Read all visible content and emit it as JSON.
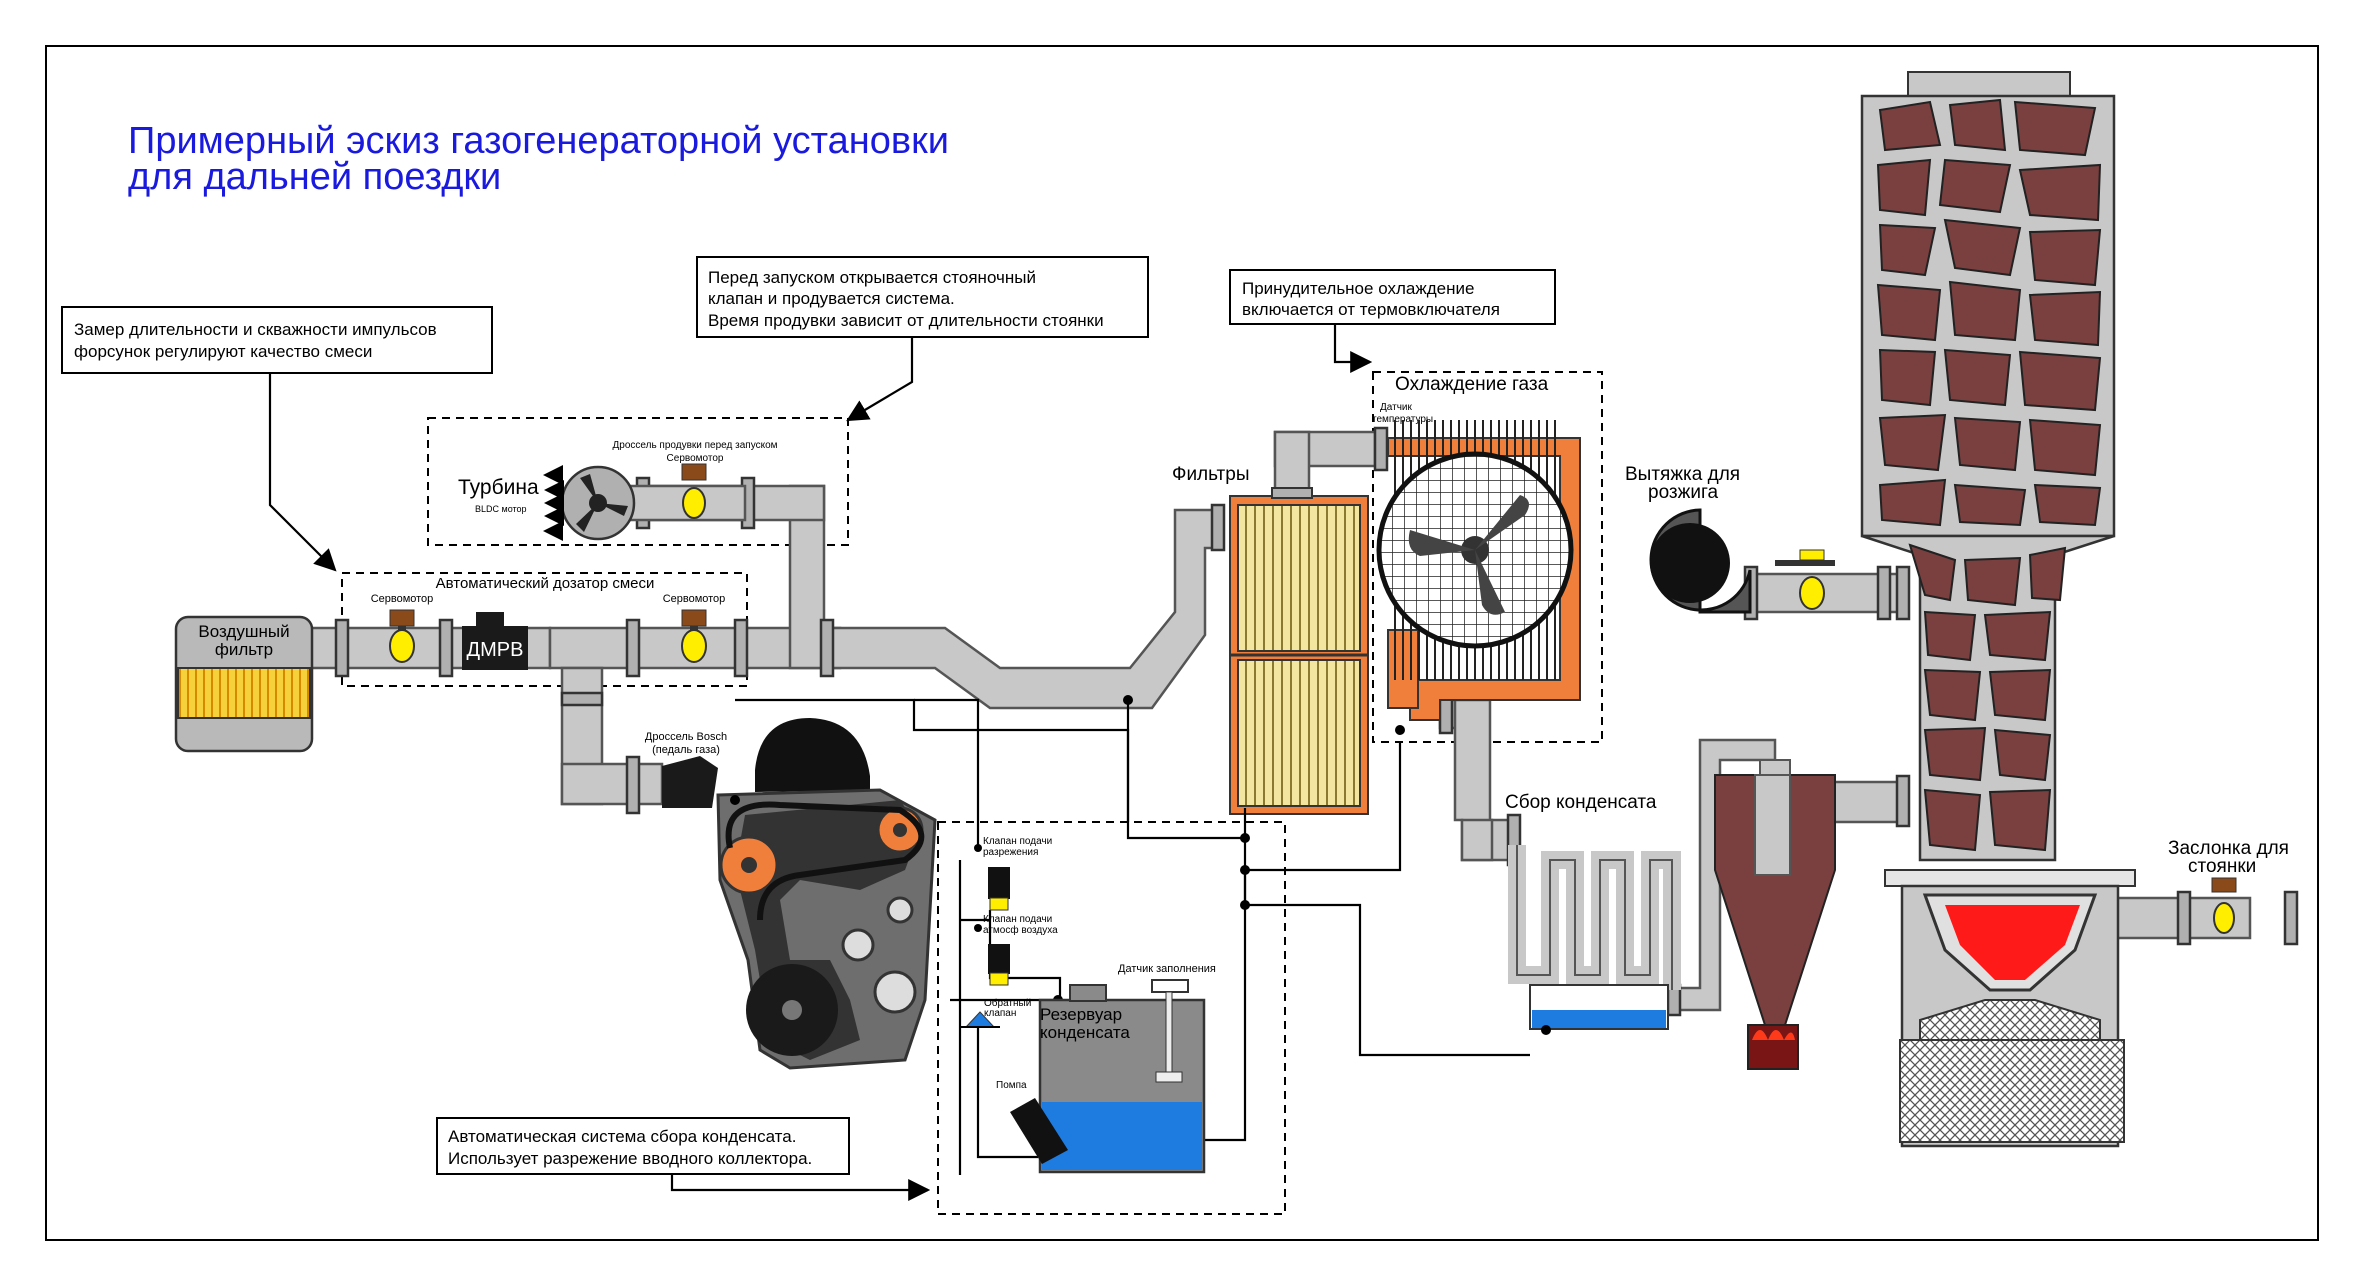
{
  "title": {
    "line1": "Примерный эскиз газогенераторной установки",
    "line2": "для дальней поездки"
  },
  "notes": {
    "mixture": {
      "line1": "Замер длительности и скважности импульсов",
      "line2": "форсунок регулируют качество смеси"
    },
    "purge": {
      "line1": "Перед запуском открывается стояночный",
      "line2": "клапан и продувается система.",
      "line3": "Время продувки зависит от длительности стоянки"
    },
    "cooling": {
      "line1": "Принудительное охлаждение",
      "line2": "включается от термовключателя"
    },
    "condensate_system": {
      "line1": "Автоматическая система сбора конденсата.",
      "line2": "Использует разрежение вводного коллектора."
    }
  },
  "labels": {
    "turbine": "Турбина",
    "bldc": "BLDC мотор",
    "purge_throttle": "Дроссель продувки перед запуском",
    "servo": "Сервомотор",
    "auto_dispenser": "Автоматический дозатор смеси",
    "air_filter_1": "Воздушный",
    "air_filter_2": "фильтр",
    "dmrv": "ДМРВ",
    "bosch_1": "Дроссель Bosch",
    "bosch_2": "(педаль газа)",
    "filters": "Фильтры",
    "gas_cooling": "Охлаждение газа",
    "temp_sensor_1": "Датчик",
    "temp_sensor_2": "температуры",
    "exhaust_1": "Вытяжка для",
    "exhaust_2": "розжига",
    "condensate_collect": "Сбор конденсата",
    "vacuum_valve_1": "Клапан подачи",
    "vacuum_valve_2": "разрежения",
    "atm_valve_1": "Клапан подачи",
    "atm_valve_2": "атмосф воздуха",
    "fill_sensor": "Датчик заполнения",
    "check_valve_1": "Обратный",
    "check_valve_2": "клапан",
    "reservoir_1": "Резервуар",
    "reservoir_2": "конденсата",
    "pump": "Помпа",
    "parking_damper_1": "Заслонка для",
    "parking_damper_2": "стоянки"
  },
  "colors": {
    "title": "#1a1adf",
    "pipe": "#c8c8c8",
    "filter_yellow": "#f3e6a0",
    "cooler_orange": "#f07f3c",
    "water_blue": "#1e7be0",
    "rock": "#7a3f3f",
    "fire_red": "#ff1a1a",
    "cyclone": "#7a3f3f"
  }
}
